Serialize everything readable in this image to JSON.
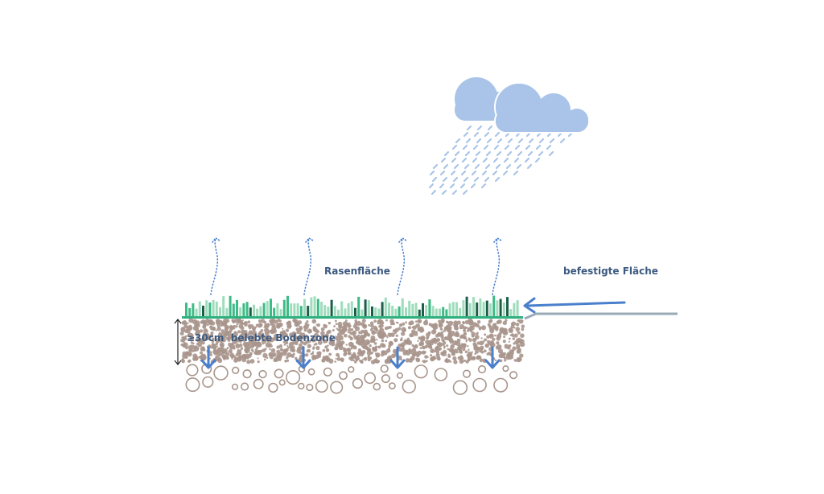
{
  "diagram": {
    "type": "cross-section",
    "subject": "rainwater infiltration through lawn area",
    "labels": {
      "lawn": "Rasenfläche",
      "paved": "befestigte Fläche",
      "soil_zone": "≥30cm  belebte Bodenzone"
    },
    "colors": {
      "cloud": "#a9c4e8",
      "rain": "#a9c4e8",
      "grass_light": "#9fdcbc",
      "grass_mid": "#3dbb86",
      "grass_dark": "#1d5e4a",
      "ground_line": "#2fb07f",
      "soil": "#a8958c",
      "arrow": "#4a7fcc",
      "paved_line": "#9aabb8",
      "text": "#3d5a80",
      "evaporation": "#4a7fcc"
    },
    "evaporation_count": 4,
    "infiltration_arrow_count": 4,
    "elements": [
      "cloud",
      "rain",
      "evaporation-arrows",
      "grass",
      "topsoil",
      "gravel-layer",
      "infiltration-arrows",
      "runoff-arrow",
      "paved-surface",
      "depth-marker"
    ]
  }
}
